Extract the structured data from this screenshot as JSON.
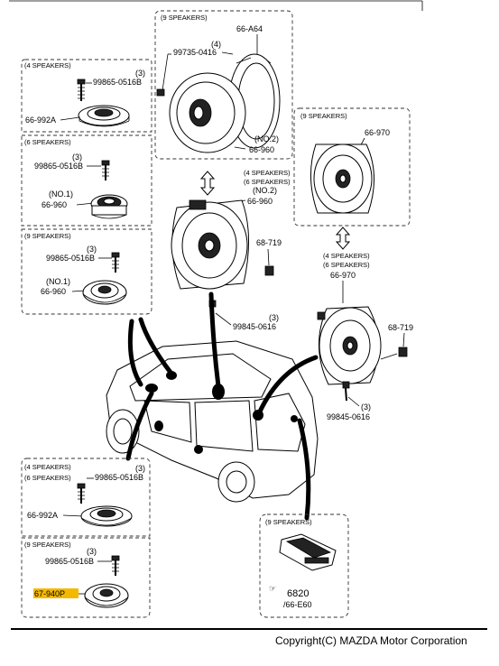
{
  "diagram": {
    "copyright": "Copyright(C) MAZDA Motor Corporation",
    "groups": {
      "upper_left_4": {
        "header": "(4 SPEAKERS)",
        "qty": "(3)",
        "screw": "99865-0516B",
        "part": "66-992A"
      },
      "upper_left_6": {
        "header": "(6 SPEAKERS)",
        "qty": "(3)",
        "screw": "99865-0516B",
        "no": "(NO.1)",
        "part": "66-960"
      },
      "upper_left_9": {
        "header": "(9 SPEAKERS)",
        "qty": "(3)",
        "screw": "99865-0516B",
        "no": "(NO.1)",
        "part": "66-960"
      },
      "top_center_9": {
        "header": "(9 SPEAKERS)",
        "ring": "66-A64",
        "qty": "(4)",
        "screw": "99735-0416",
        "no": "(NO.2)",
        "part": "66-960"
      },
      "middle_center": {
        "header1": "(4 SPEAKERS)",
        "header2": "(6 SPEAKERS)",
        "no": "(NO.2)",
        "part": "66-960",
        "clip": "68-719",
        "qty": "(3)",
        "screw": "99845-0616"
      },
      "right_9": {
        "header": "(9 SPEAKERS)",
        "part": "66-970"
      },
      "right_middle": {
        "header1": "(4 SPEAKERS)",
        "header2": "(6 SPEAKERS)",
        "part": "66-970",
        "clip": "68-719",
        "qty": "(3)",
        "screw": "99845-0616"
      },
      "lower_left_46": {
        "header1": "(4 SPEAKERS)",
        "header2": "(6 SPEAKERS)",
        "qty": "(3)",
        "screw": "99865-0516B",
        "part": "66-992A"
      },
      "lower_left_9": {
        "header": "(9 SPEAKERS)",
        "qty": "(3)",
        "screw": "99865-0516B",
        "part": "67-940P"
      },
      "lower_right_9": {
        "header": "(9 SPEAKERS)",
        "part": "6820",
        "part2": "/66-E60"
      }
    },
    "highlight_color": "#f5b800"
  }
}
